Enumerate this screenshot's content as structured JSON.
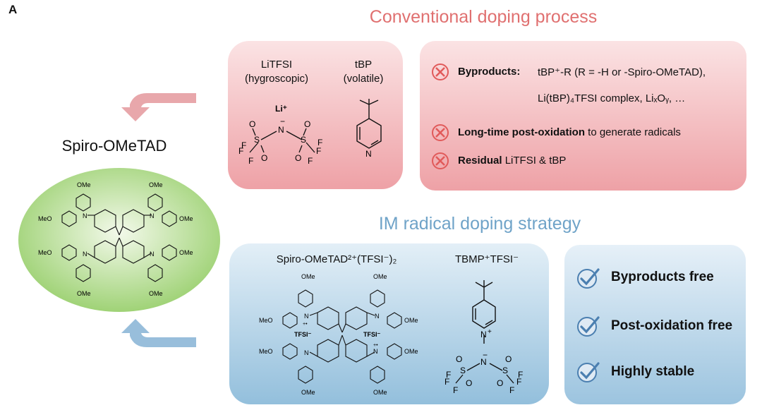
{
  "panel_label": "A",
  "conventional": {
    "title": "Conventional doping process",
    "litfsi_label": "LiTFSI",
    "litfsi_note": "(hygroscopic)",
    "tbp_label": "tBP",
    "tbp_note": "(volatile)",
    "li_ion": "Li⁺",
    "byproducts_label": "Byproducts:",
    "byproducts_line1": "tBP⁺-R (R = -H or -Spiro-OMeTAD),",
    "byproducts_line2": "Li(tBP)₄TFSI complex, LiₓOᵧ, …",
    "postox_bold": "Long-time post-oxidation",
    "postox_rest": " to generate radicals",
    "residual_bold": "Residual",
    "residual_rest": " LiTFSI & tBP"
  },
  "center": {
    "title": "Spiro-OMeTAD"
  },
  "im": {
    "title": "IM radical doping strategy",
    "spiro_salt_label": "Spiro-OMeTAD²⁺(TFSI⁻)₂",
    "tbmp_label": "TBMP⁺TFSI⁻",
    "checks": [
      "Byproducts free",
      "Post-oxidation free",
      "Highly stable"
    ]
  },
  "chem": {
    "ome": "OMe",
    "meo": "MeO",
    "n": "N",
    "s": "S",
    "o": "O",
    "f": "F",
    "tfsi": "TFSI⁻",
    "radical_cation": "+•",
    "plus": "+"
  },
  "colors": {
    "red_title": "#e07070",
    "blue_title": "#6fa3c8",
    "red_arrow": "#e8a7ab",
    "blue_arrow": "#98bedb",
    "x_icon": "#e15a5a",
    "check_icon": "#4b7fb0"
  },
  "icons": [
    "x-circle-icon",
    "check-circle-icon",
    "curved-arrow-icon"
  ]
}
